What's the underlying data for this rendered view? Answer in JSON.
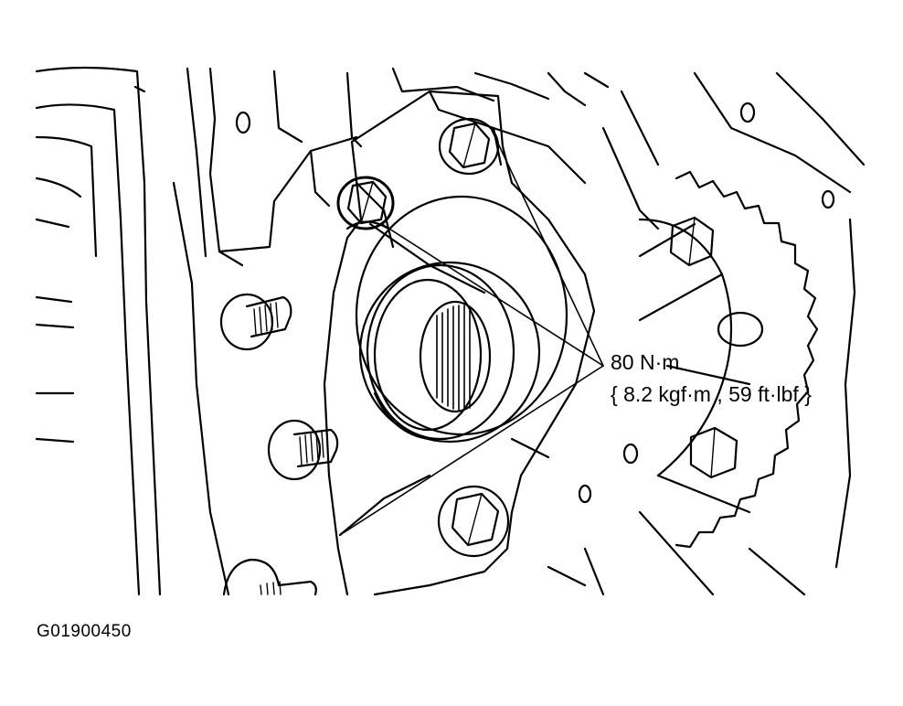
{
  "callout": {
    "torque_primary": "80 N·m",
    "torque_secondary": "{ 8.2 kgf·m , 59 ft·lbf }"
  },
  "figure": {
    "code": "G01900450"
  },
  "colors": {
    "line": "#000000",
    "background": "#ffffff"
  }
}
